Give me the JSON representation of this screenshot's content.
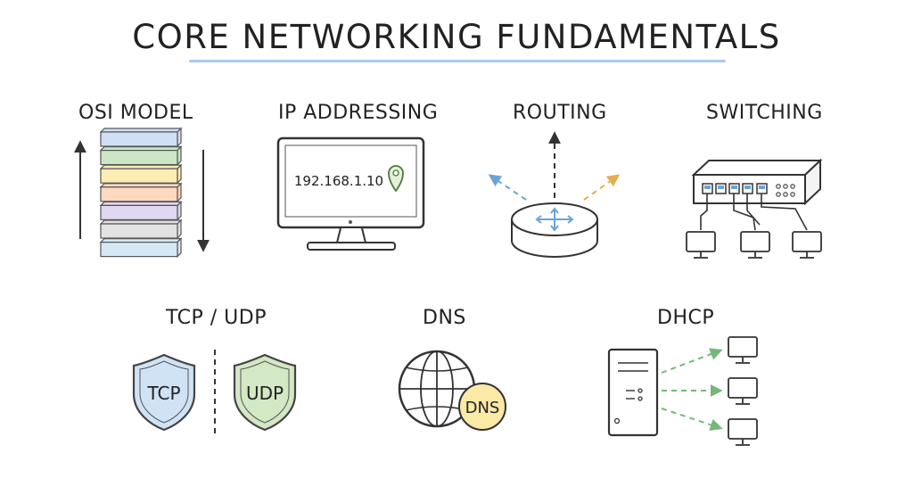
{
  "title": "CORE NETWORKING FUNDAMENTALS",
  "sections": {
    "osi": "OSI MODEL",
    "ip": "IP ADDRESSING",
    "routing": "ROUTING",
    "switching": "SWITCHING",
    "tcpudp": "TCP / UDP",
    "dns": "DNS",
    "dhcp": "DHCP"
  },
  "ip_address": "192.168.1.10",
  "tcp_badge": "TCP",
  "udp_badge": "UDP",
  "dns_badge": "DNS",
  "colors": {
    "accent": "#a9cbe8",
    "osi_layers": [
      "#cfe0f5",
      "#cde7c6",
      "#fbedb3",
      "#fcd9bf",
      "#e0d7f0",
      "#e2e2e2",
      "#d5e8f6"
    ],
    "tcp_fill": "#cfe3f5",
    "udp_fill": "#d3e8c4",
    "dns_fill": "#fbe9a6",
    "dhcp_arrow": "#74b87a"
  }
}
